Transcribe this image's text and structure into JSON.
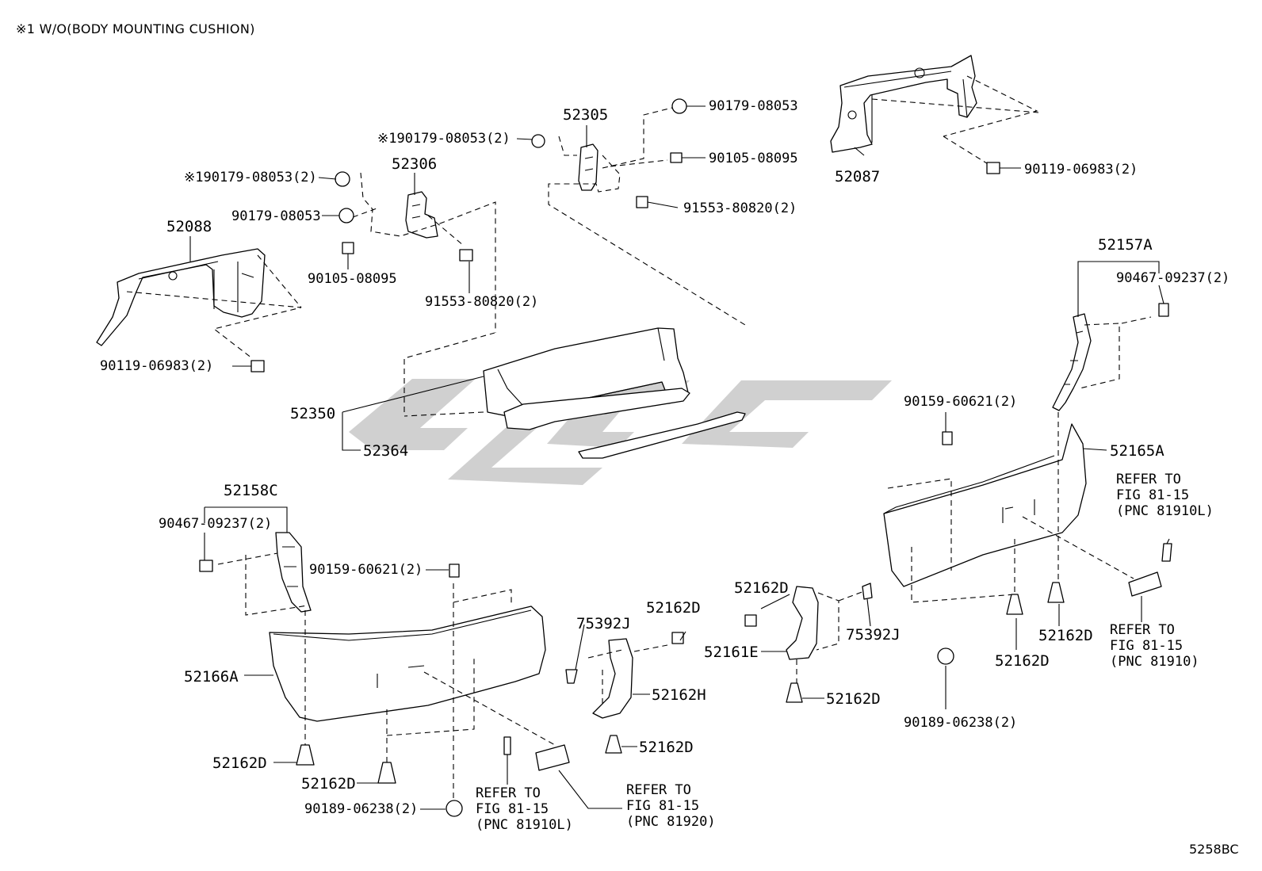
{
  "header_note": "※1 W/O(BODY MOUNTING CUSHION)",
  "diagram_code": "5258BC",
  "labels": {
    "p52305": "52305",
    "p52306": "52306",
    "p52088": "52088",
    "p52087": "52087",
    "p52350": "52350",
    "p52364": "52364",
    "p52157A": "52157A",
    "p52158C": "52158C",
    "p52165A": "52165A",
    "p52166A": "52166A",
    "p52161E": "52161E",
    "p52162H": "52162H",
    "p75392J_l": "75392J",
    "p75392J_r": "75392J",
    "d_52162D_1": "52162D",
    "d_52162D_2": "52162D",
    "d_52162D_3": "52162D",
    "d_52162D_4": "52162D",
    "d_52162D_5": "52162D",
    "d_52162D_6": "52162D",
    "d_52162D_7": "52162D",
    "d_52162D_8": "52162D",
    "n_90179_top": "90179-08053",
    "n_90105_top": "90105-08095",
    "n_91553_top": "91553-80820(2)",
    "n_90179_x1_a": "※190179-08053(2)",
    "n_90179_x1_b": "※190179-08053(2)",
    "n_90179_mid": "90179-08053",
    "n_90105_mid": "90105-08095",
    "n_91553_mid": "91553-80820(2)",
    "n_90119_left": "90119-06983(2)",
    "n_90119_right": "90119-06983(2)",
    "n_90467_right": "90467-09237(2)",
    "n_90467_left": "90467-09237(2)",
    "n_90159_right": "90159-60621(2)",
    "n_90159_left": "90159-60621(2)",
    "n_90189_right": "90189-06238(2)",
    "n_90189_left": "90189-06238(2)"
  },
  "refers": {
    "r_right_upper": "REFER TO\nFIG 81-15\n(PNC 81910L)",
    "r_right_lower": "REFER TO\nFIG 81-15\n(PNC 81910)",
    "r_bottom_left": "REFER TO\nFIG 81-15\n(PNC 81910L)",
    "r_bottom_right": "REFER TO\nFIG 81-15\n(PNC 81920)"
  }
}
